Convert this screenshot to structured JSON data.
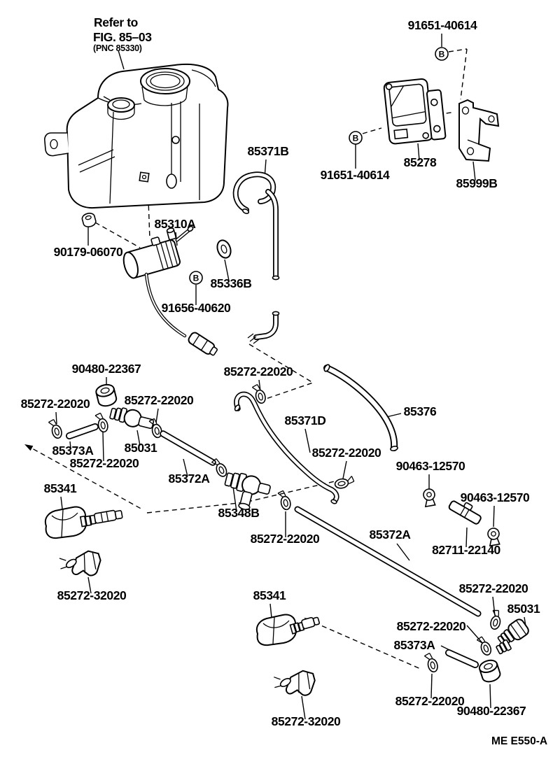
{
  "page": {
    "background": "#ffffff",
    "ink": "#000000"
  },
  "figure_note": {
    "line1": "Refer to",
    "line2": "FIG. 85–03",
    "line3": "(PNC 85330)"
  },
  "marker_letter": "B",
  "drawing_code": "ME E550-A",
  "labels": [
    "91651-40614",
    "85371B",
    "91651-40614",
    "85278",
    "85999B",
    "85310A",
    "90179-06070",
    "85336B",
    "91656-40620",
    "90480-22367",
    "85272-22020",
    "85272-22020",
    "85272-22020",
    "85373A",
    "85031",
    "85272-22020",
    "85372A",
    "85371D",
    "85376",
    "85272-22020",
    "90463-12570",
    "90463-12570",
    "82711-22140",
    "85341",
    "85348B",
    "85272-22020",
    "85372A",
    "85272-32020",
    "85341",
    "85272-22020",
    "85031",
    "85272-22020",
    "85373A",
    "85272-22020",
    "90480-22367",
    "85272-32020"
  ]
}
